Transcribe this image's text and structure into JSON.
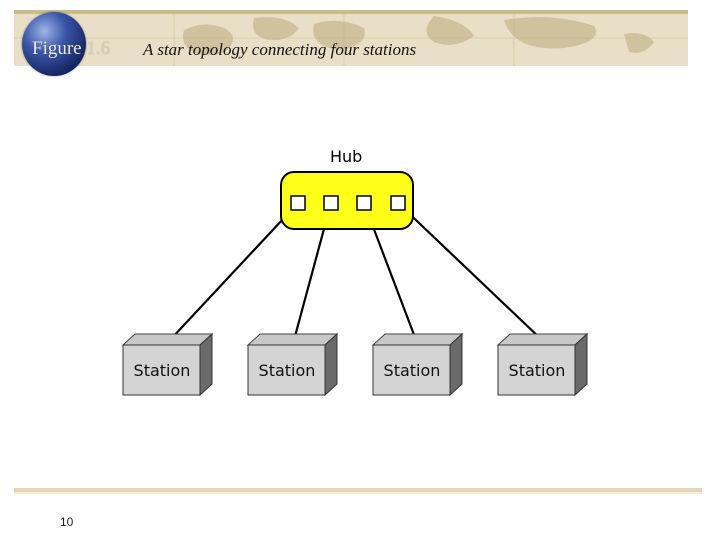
{
  "slide": {
    "figure_label": "Figure",
    "figure_number": "1.6",
    "title": "A star topology connecting four stations",
    "page_number": "10"
  },
  "diagram": {
    "hub_label": "Hub",
    "stations": [
      {
        "label": "Station"
      },
      {
        "label": "Station"
      },
      {
        "label": "Station"
      },
      {
        "label": "Station"
      }
    ],
    "colors": {
      "hub_fill": "#ffff1a",
      "station_front": "#d4d4d4",
      "station_top": "#c8c8c8",
      "station_side": "#6a6a6a"
    }
  }
}
